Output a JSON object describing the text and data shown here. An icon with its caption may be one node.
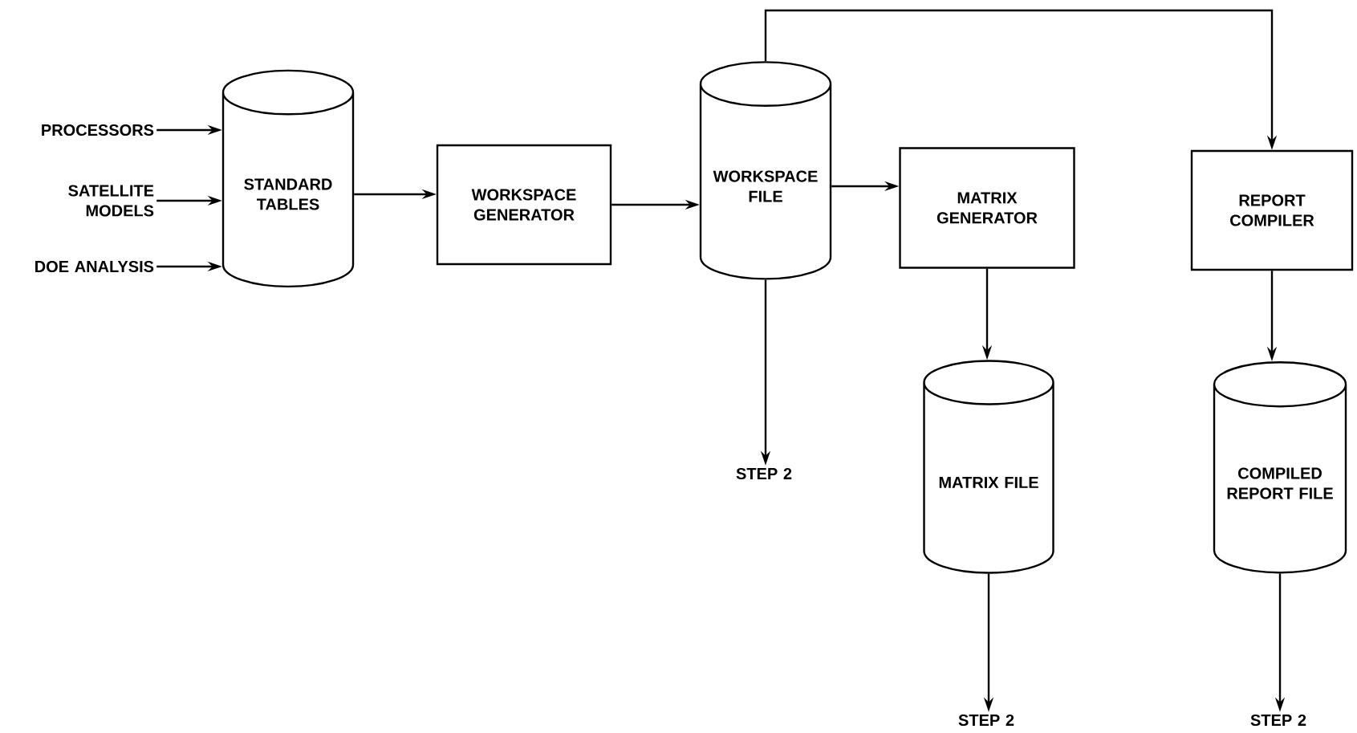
{
  "diagram": {
    "nodes": [
      {
        "text": [
          "PROCESSORS"
        ]
      },
      {
        "text": [
          "SATELLITE MODELS"
        ]
      },
      {
        "text": [
          "DOE ANALYSIS"
        ]
      },
      {
        "text": [
          "STANDARD TABLES"
        ]
      },
      {
        "text": [
          "WORKSPACE GENERATOR"
        ]
      },
      {
        "text": [
          "WORKSPACE FILE"
        ]
      },
      {
        "text": [
          "MATRIX GENERATOR"
        ]
      },
      {
        "text": [
          "REPORT COMPILER"
        ]
      },
      {
        "text": [
          "STEP 2"
        ]
      },
      {
        "text": [
          "MATRIX FILE"
        ]
      },
      {
        "text": [
          "COMPILED REPORT FILE"
        ]
      },
      {
        "text": [
          "STEP 2"
        ]
      },
      {
        "text": [
          "STEP 2"
        ]
      }
    ],
    "edges": [
      {
        "from": 0,
        "to": 3,
        "arrow": "to"
      },
      {
        "from": 1,
        "to": 3,
        "arrow": "to"
      },
      {
        "from": 2,
        "to": 3,
        "arrow": "to"
      },
      {
        "from": 3,
        "to": 4,
        "arrow": "to"
      },
      {
        "from": 4,
        "to": 5,
        "arrow": "to"
      },
      {
        "from": 5,
        "to": 6,
        "arrow": "to"
      },
      {
        "from": 5,
        "to": 7,
        "arrow": "to"
      },
      {
        "from": 5,
        "to": 8,
        "arrow": "to"
      },
      {
        "from": 6,
        "to": 9,
        "arrow": "to"
      },
      {
        "from": 7,
        "to": 10,
        "arrow": "to"
      },
      {
        "from": 9,
        "to": 11,
        "arrow": "to"
      },
      {
        "from": 10,
        "to": 12,
        "arrow": "to"
      }
    ]
  }
}
